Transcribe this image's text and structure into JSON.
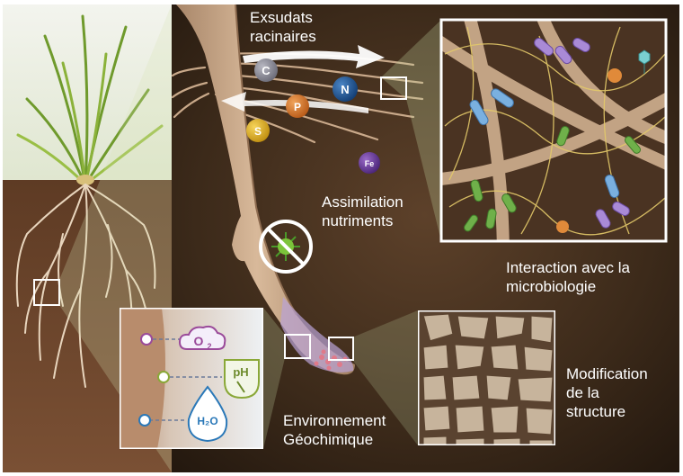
{
  "labels": {
    "exudates": [
      "Exsudats",
      "racinaires"
    ],
    "assimilation": [
      "Assimilation",
      "nutriments"
    ],
    "microbiology": [
      "Interaction avec la",
      "microbiologie"
    ],
    "structure": [
      "Modification",
      "de la",
      "structure"
    ],
    "geochem": [
      "Environnement",
      "Géochimique"
    ]
  },
  "elements": {
    "carbon": "C",
    "nitrogen": "N",
    "phosphorus": "P",
    "sulfur": "S",
    "iron": "Fe"
  },
  "geochem_icons": {
    "oxygen": "O",
    "oxygen_sub": "2",
    "ph": "pH",
    "water": "H₂O"
  },
  "colors": {
    "soil_dark": "#2f2014",
    "soil_top": "#5a3c26",
    "root": "#c9a98a",
    "carbon_ball": "#8c8c96",
    "nitrogen_ball": "#1f5a9a",
    "phosphorus_ball": "#d9782a",
    "sulfur_ball": "#e0b52a",
    "iron_ball": "#6a3a9a",
    "oxygen_icon": "#9a4a9a",
    "ph_icon": "#8aa838",
    "water_icon": "#2a78b8"
  }
}
